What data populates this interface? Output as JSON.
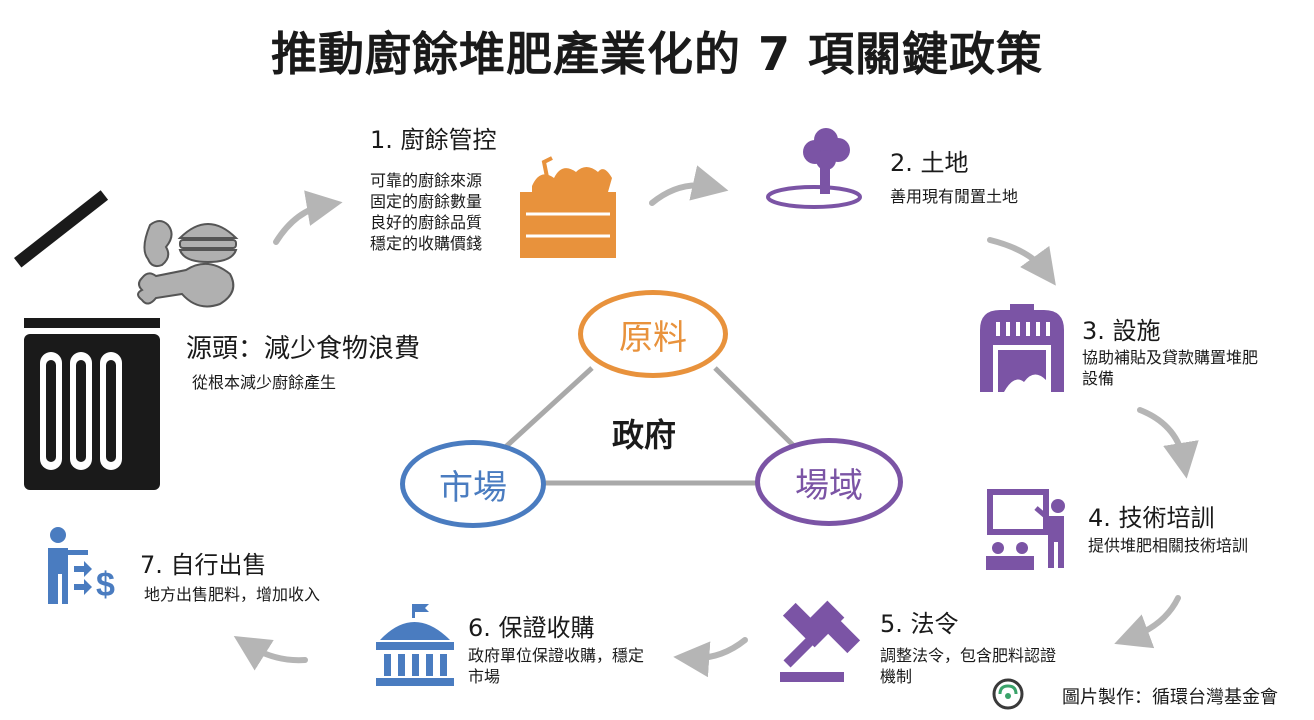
{
  "title": "推動廚餘堆肥產業化的 7 項關鍵政策",
  "source": {
    "heading": "源頭：減少食物浪費",
    "desc": "從根本減少廚餘產生"
  },
  "policies": [
    {
      "heading": "1. 廚餘管控",
      "desc": [
        "可靠的廚餘來源",
        "固定的廚餘數量",
        "良好的廚餘品質",
        "穩定的收購價錢"
      ],
      "icon": "crate-of-food-icon",
      "color": "#e8923c"
    },
    {
      "heading": "2. 土地",
      "desc": [
        "善用現有閒置土地"
      ],
      "icon": "tree-on-land-icon",
      "color": "#7b54a5"
    },
    {
      "heading": "3. 設施",
      "desc": [
        "協助補貼及貸款購置堆肥",
        "設備"
      ],
      "icon": "compost-facility-icon",
      "color": "#7b54a5"
    },
    {
      "heading": "4. 技術培訓",
      "desc": [
        "提供堆肥相關技術培訓"
      ],
      "icon": "training-presentation-icon",
      "color": "#7b54a5"
    },
    {
      "heading": "5. 法令",
      "desc": [
        "調整法令，包含肥料認證",
        "機制"
      ],
      "icon": "gavel-icon",
      "color": "#7b54a5"
    },
    {
      "heading": "6. 保證收購",
      "desc": [
        "政府單位保證收購，穩定",
        "市場"
      ],
      "icon": "government-building-icon",
      "color": "#4a7cc0"
    },
    {
      "heading": "7. 自行出售",
      "desc": [
        "地方出售肥料，增加收入"
      ],
      "icon": "seller-money-icon",
      "color": "#4a7cc0"
    }
  ],
  "triangle": {
    "center": "政府",
    "top": {
      "label": "原料",
      "color": "#e8923c"
    },
    "left": {
      "label": "市場",
      "color": "#4a7cc0"
    },
    "right": {
      "label": "場域",
      "color": "#7b54a5"
    },
    "line_color": "#a9a9a9"
  },
  "credit": "圖片製作：循環台灣基金會",
  "colors": {
    "arrow": "#b5b5b5",
    "trash": "#1a1a1a",
    "food": "#b0b0b0"
  }
}
